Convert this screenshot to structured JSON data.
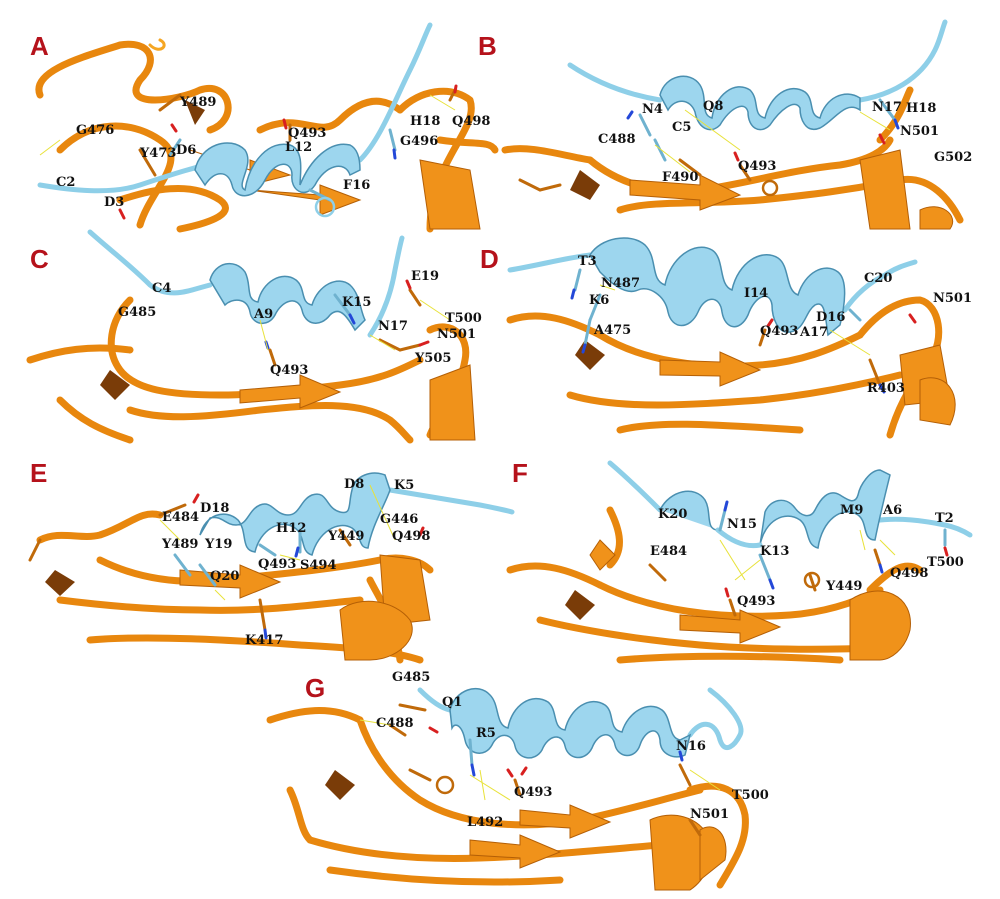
{
  "panels": [
    {
      "letter": "A",
      "labels": [
        "G476",
        "Y489",
        "D6",
        "Y473",
        "C2",
        "D3",
        "Q493",
        "L12",
        "F16",
        "H18",
        "G496",
        "Q498"
      ]
    },
    {
      "letter": "B",
      "labels": [
        "N4",
        "Q8",
        "C5",
        "C488",
        "F490",
        "Q493",
        "N17",
        "H18",
        "N501",
        "G502"
      ]
    },
    {
      "letter": "C",
      "labels": [
        "C4",
        "G485",
        "A9",
        "K15",
        "E19",
        "T500",
        "N17",
        "N501",
        "Q493",
        "Y505"
      ]
    },
    {
      "letter": "D",
      "labels": [
        "T3",
        "N487",
        "K6",
        "A475",
        "I14",
        "C20",
        "N501",
        "D16",
        "Q493",
        "A17",
        "R403"
      ]
    },
    {
      "letter": "E",
      "labels": [
        "D8",
        "K5",
        "E484",
        "D18",
        "H12",
        "Y449",
        "G446",
        "Y489",
        "Y19",
        "Q498",
        "Q493",
        "S494",
        "Q20",
        "K417"
      ]
    },
    {
      "letter": "F",
      "labels": [
        "K20",
        "N15",
        "M9",
        "A6",
        "T2",
        "E484",
        "K13",
        "Y449",
        "Q498",
        "T500",
        "Q493"
      ]
    },
    {
      "letter": "G",
      "labels": [
        "G485",
        "Q1",
        "C488",
        "R5",
        "N16",
        "Q493",
        "T500",
        "L492",
        "N501"
      ]
    }
  ],
  "colors": {
    "protein_orange": "#e8870e",
    "peptide_blue": "#9dd6ee",
    "panel_letter_red": "#b5121b",
    "hbond_yellow": "#e8e23a",
    "nitrogen_blue": "#2448d8",
    "oxygen_red": "#d82020"
  }
}
